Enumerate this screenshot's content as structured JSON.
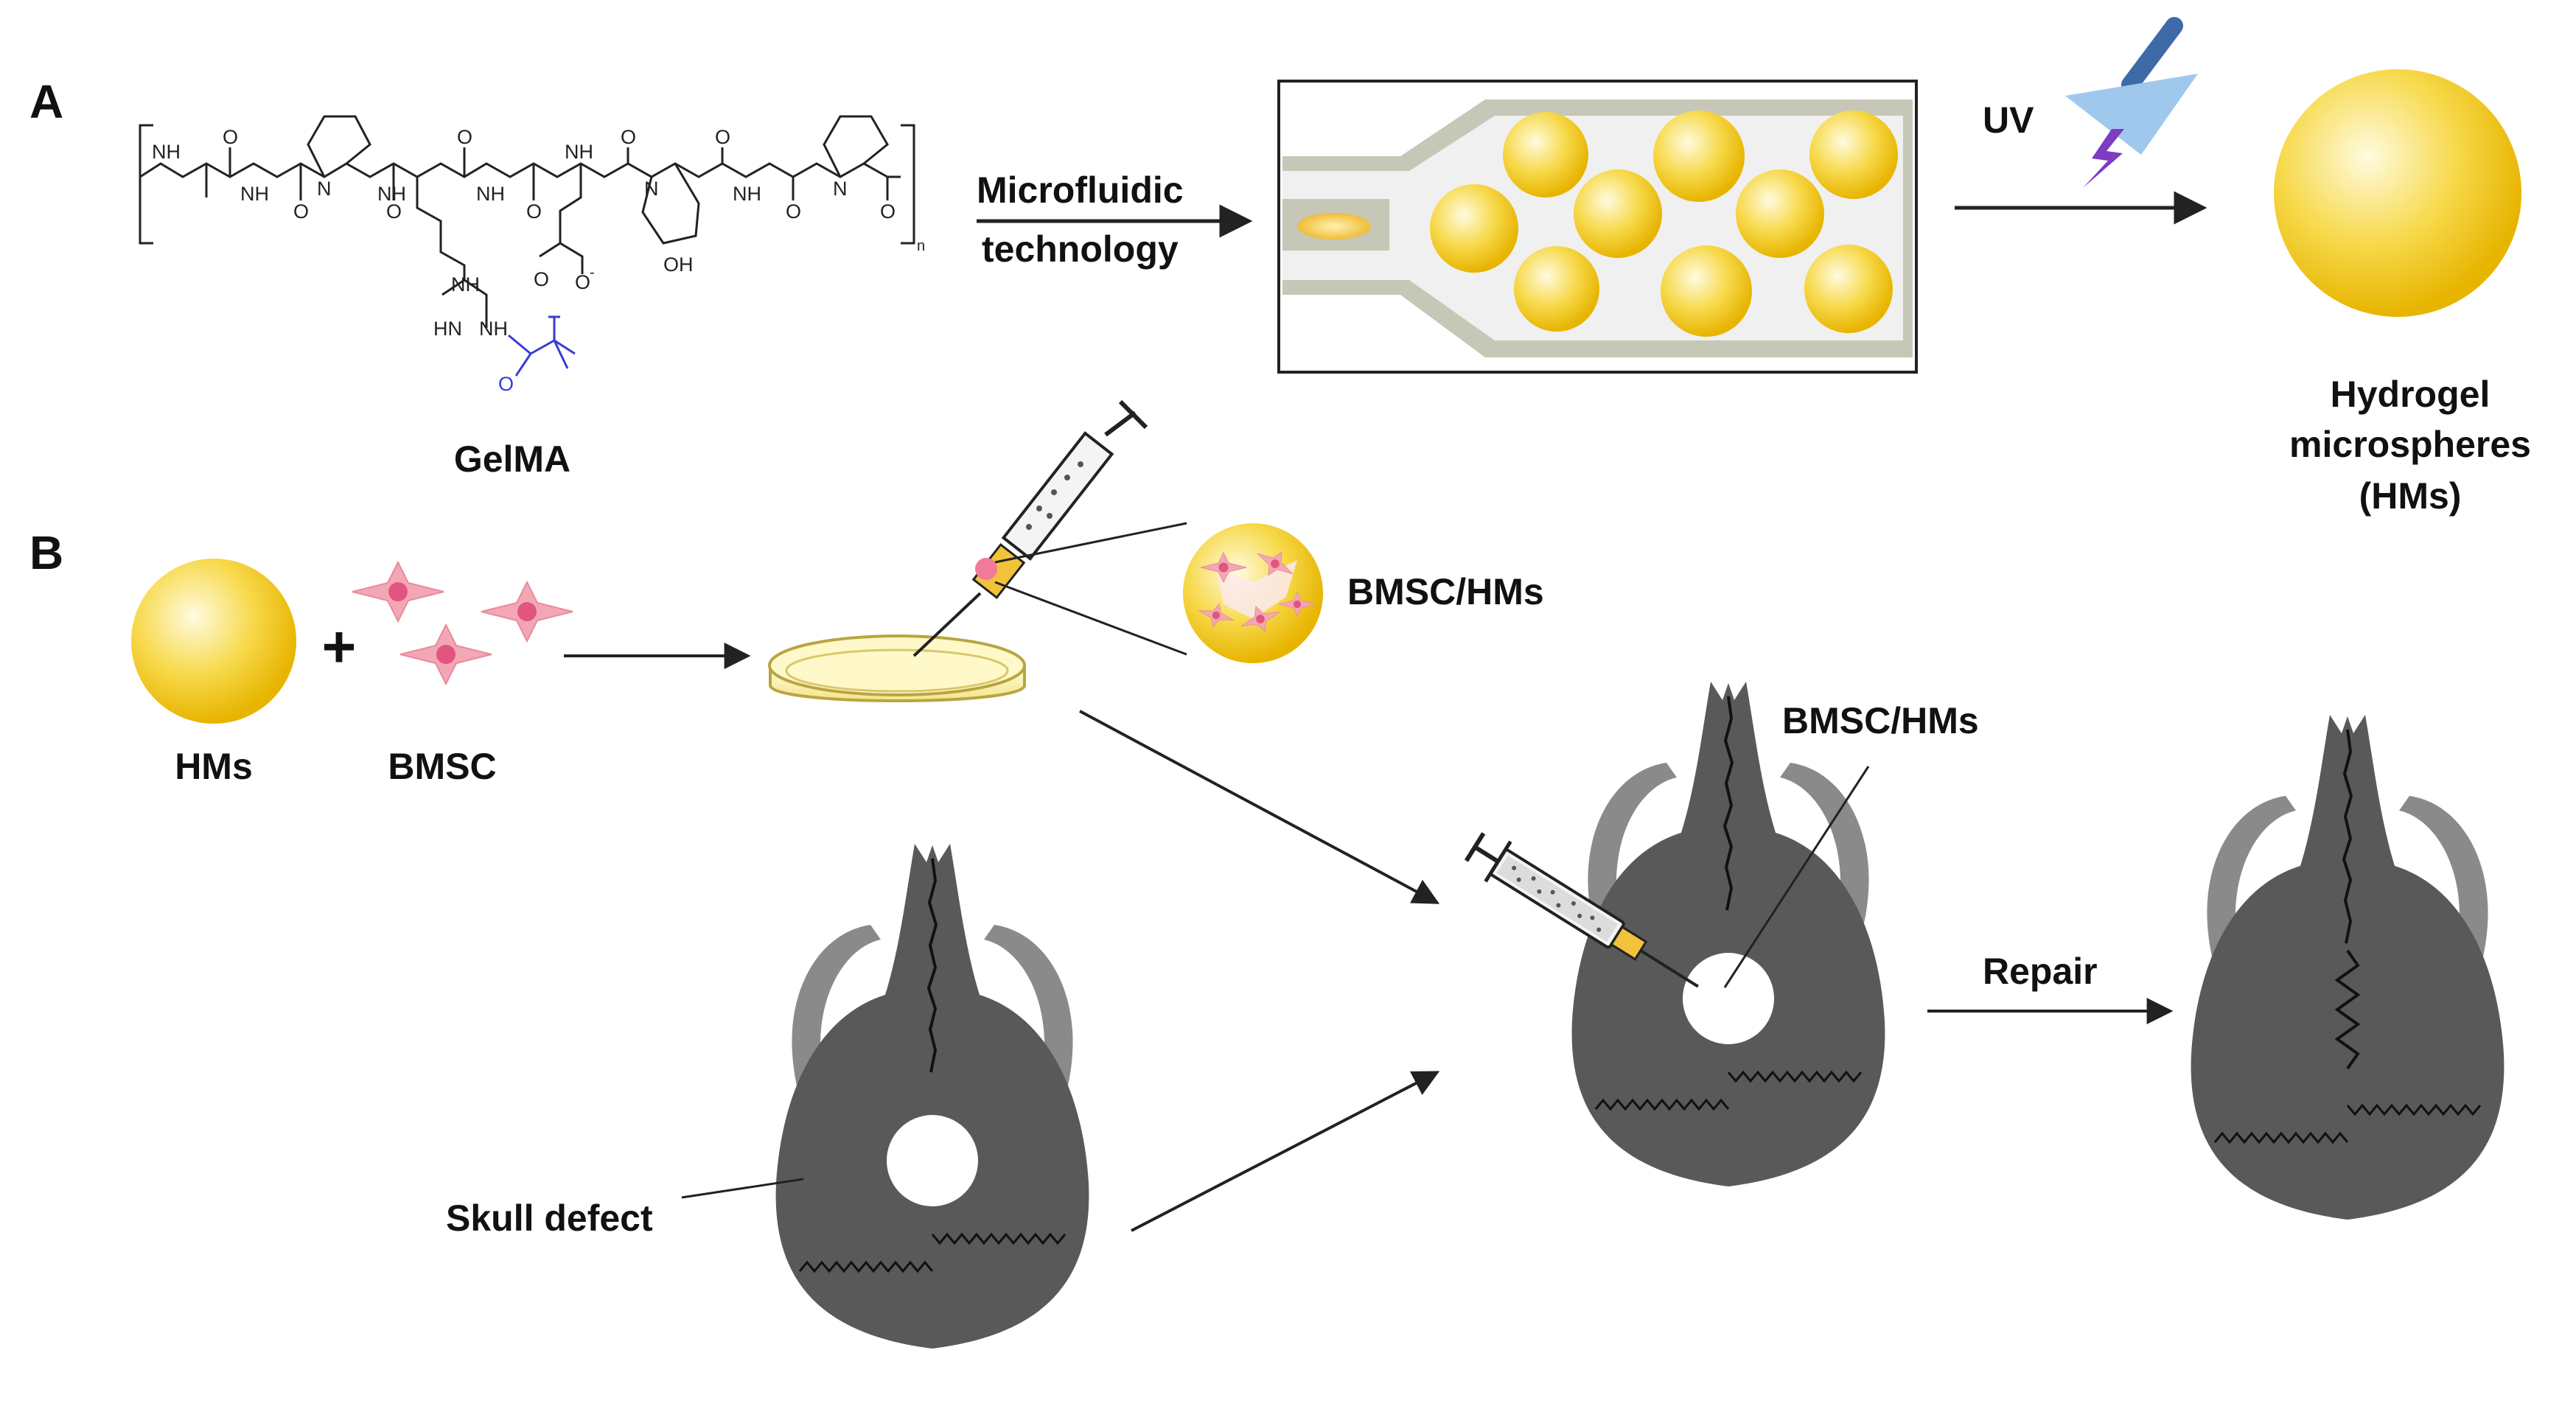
{
  "panels": {
    "a": "A",
    "b": "B"
  },
  "panel_a": {
    "molecule_label": "GelMA",
    "chem_atoms": {
      "nh": "NH",
      "n": "N",
      "o": "O",
      "hn": "HN",
      "oh": "OH",
      "carboxylate": "O",
      "charge": "-",
      "subscript": "n"
    },
    "step1_line1": "Microfluidic",
    "step1_line2": "technology",
    "uv_label": "UV",
    "product_line1": "Hydrogel",
    "product_line2": "microspheres",
    "product_line3": "(HMs)"
  },
  "panel_b": {
    "hms_label": "HMs",
    "bmsc_label": "BMSC",
    "plus": "+",
    "loaded_label": "BMSC/HMs",
    "injection_label": "BMSC/HMs",
    "defect_label": "Skull defect",
    "repair_label": "Repair"
  },
  "colors": {
    "sphere_light": "#fffbe0",
    "sphere_mid": "#f7d94a",
    "sphere_dark": "#e7b400",
    "cell_pink": "#f3a7b4",
    "nucleus": "#e2557d",
    "skull_dark": "#595959",
    "skull_light": "#8a8a8a",
    "methacrylate_blue": "#3a3ad8",
    "uv_lamp": "#9fc8ec",
    "uv_handle": "#3f6aa8",
    "uv_bolt": "#7d3cc2"
  }
}
